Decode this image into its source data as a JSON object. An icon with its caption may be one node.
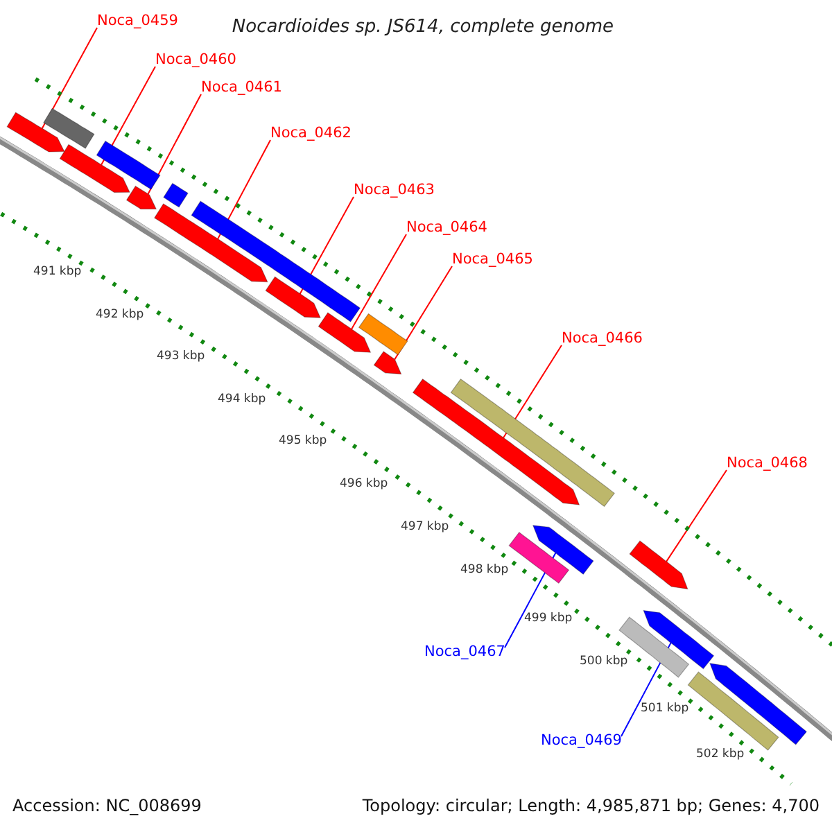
{
  "diagram": {
    "title": "Nocardioides sp. JS614, complete genome",
    "nodes": [
      {
        "text": [
          "Noca_0459"
        ]
      },
      {
        "text": [
          "Noca_0460"
        ]
      },
      {
        "text": [
          "Noca_0461"
        ]
      },
      {
        "text": [
          "Noca_0462"
        ]
      },
      {
        "text": [
          "Noca_0463"
        ]
      },
      {
        "text": [
          "Noca_0464"
        ]
      },
      {
        "text": [
          "Noca_0465"
        ]
      },
      {
        "text": [
          "Noca_0466"
        ]
      },
      {
        "text": [
          "Noca_0468"
        ]
      },
      {
        "text": [
          "Noca_0467"
        ]
      },
      {
        "text": [
          "Noca_0469"
        ]
      },
      {
        "text": [],
        "shape": "arrow"
      },
      {
        "text": [],
        "shape": "arrow"
      },
      {
        "text": [],
        "shape": "arrow"
      },
      {
        "text": [],
        "shape": "arrow"
      },
      {
        "text": [],
        "shape": "arrow"
      },
      {
        "text": [],
        "shape": "arrow"
      },
      {
        "text": [],
        "shape": "arrow"
      },
      {
        "text": [],
        "shape": "arrow"
      },
      {
        "text": [],
        "shape": "arrow"
      },
      {
        "text": [],
        "shape": "arrow"
      },
      {
        "text": [],
        "shape": "arrow"
      },
      {
        "text": [],
        "shape": "bar"
      },
      {
        "text": [],
        "shape": "bar"
      },
      {
        "text": [],
        "shape": "bar"
      },
      {
        "text": [],
        "shape": "bar"
      },
      {
        "text": [],
        "shape": "bar"
      },
      {
        "text": [],
        "shape": "bar"
      },
      {
        "text": [],
        "shape": "bar"
      },
      {
        "text": [],
        "shape": "bar"
      },
      {
        "text": [],
        "shape": "bar"
      },
      {
        "text": [],
        "shape": "arrow"
      }
    ],
    "edges": [
      {
        "from": 0,
        "to": 11,
        "arrow": "none"
      },
      {
        "from": 1,
        "to": 12,
        "arrow": "none"
      },
      {
        "from": 2,
        "to": 13,
        "arrow": "none"
      },
      {
        "from": 3,
        "to": 14,
        "arrow": "none"
      },
      {
        "from": 4,
        "to": 15,
        "arrow": "none"
      },
      {
        "from": 5,
        "to": 16,
        "arrow": "none"
      },
      {
        "from": 6,
        "to": 17,
        "arrow": "none"
      },
      {
        "from": 7,
        "to": 18,
        "arrow": "none"
      },
      {
        "from": 8,
        "to": 19,
        "arrow": "none"
      },
      {
        "from": 9,
        "to": 20,
        "arrow": "none",
        "color": "#0000ff"
      },
      {
        "from": 10,
        "to": 21,
        "arrow": "none",
        "color": "#0000ff"
      }
    ],
    "labels": [
      "491 kbp",
      "492 kbp",
      "493 kbp",
      "494 kbp",
      "495 kbp",
      "496 kbp",
      "497 kbp",
      "498 kbp",
      "499 kbp",
      "500 kbp",
      "501 kbp",
      "502 kbp",
      "Accession: NC_008699",
      "Topology: circular; Length: 4,985,871 bp; Genes: 4,700"
    ]
  }
}
